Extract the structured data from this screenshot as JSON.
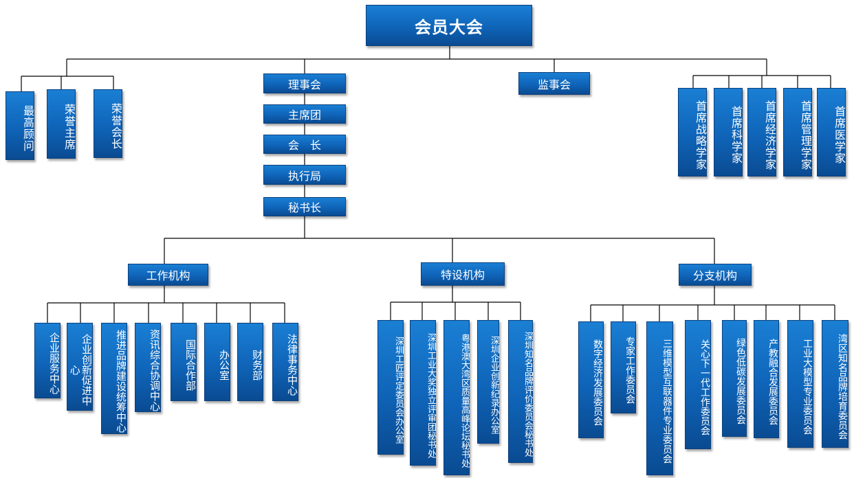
{
  "root": "会员大会",
  "honorary": [
    "最高顾问",
    "荣誉主席",
    "荣誉会长"
  ],
  "council_chain": [
    "理事会",
    "主席团",
    "会　长",
    "执行局",
    "秘书长"
  ],
  "supervisory": "监事会",
  "chief_scientists": [
    "首席战略学家",
    "首席科学家",
    "首席经济学家",
    "首席管理学家",
    "首席医学家"
  ],
  "branches": [
    {
      "title": "工作机构",
      "children": [
        "企业服务中心",
        "企业创新促进中心",
        "推进品牌建设统筹中心",
        "资讯综合协调中心",
        "国际合作部",
        "办公室",
        "财务部",
        "法律事务中心"
      ]
    },
    {
      "title": "特设机构",
      "children": [
        "深圳工匠评定委员会办公室",
        "深圳工业大奖独立评审团秘书处",
        "粤港澳大湾区质量高峰论坛秘书处",
        "深圳企业创新纪录办公室",
        "深圳知名品牌评价委员会秘书处"
      ]
    },
    {
      "title": "分支机构",
      "children": [
        "数字经济发展委员会",
        "专家工作委员会",
        "三维模型互联器件专业委员会",
        "关心下一代工作委员会",
        "绿色低碳发展委员会",
        "产教融合发展委员会",
        "工业大模型专业委员会",
        "湾区知名品牌培育委员会"
      ]
    }
  ],
  "colors": {
    "box_top": "#1a7fd4",
    "box_bottom": "#0a4b92",
    "line": "#000000"
  }
}
